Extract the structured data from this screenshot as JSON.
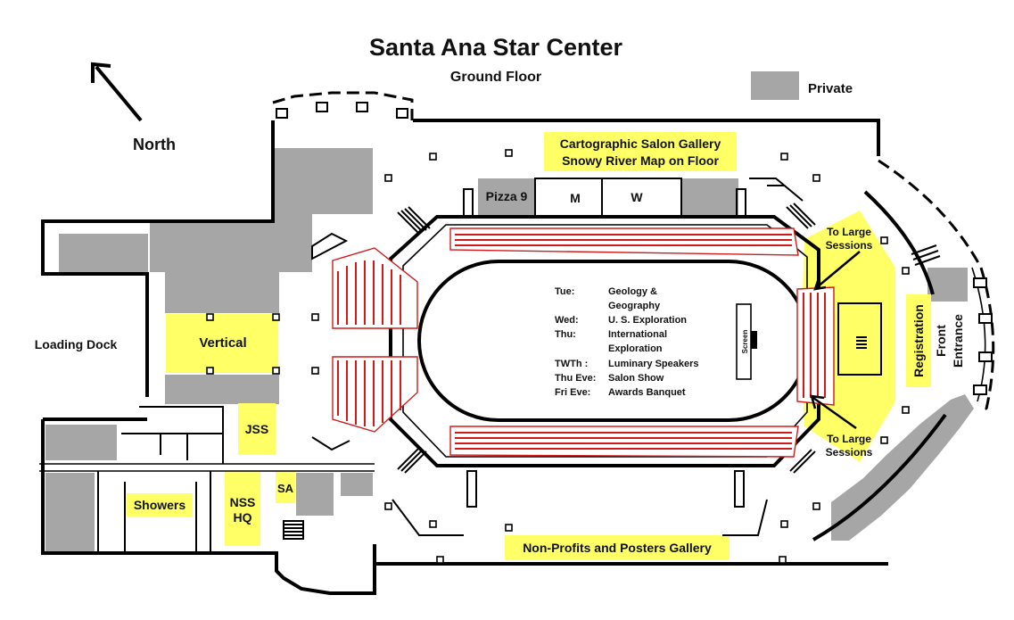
{
  "title": "Santa Ana Star Center",
  "subtitle": "Ground Floor",
  "north_label": "North",
  "legend": {
    "label": "Private",
    "color": "#a6a6a6"
  },
  "colors": {
    "highlight": "#ffff66",
    "private": "#a6a6a6",
    "seating": "#d21a1a",
    "wall": "#000000"
  },
  "areas": {
    "cartographic_line1": "Cartographic Salon Gallery",
    "cartographic_line2": "Snowy River Map on Floor",
    "pizza": "Pizza 9",
    "men": "M",
    "women": "W",
    "vertical": "Vertical",
    "loading_dock": "Loading Dock",
    "jss": "JSS",
    "showers": "Showers",
    "nss_hq_line1": "NSS",
    "nss_hq_line2": "HQ",
    "sa": "SA",
    "registration": "Registration",
    "front_entrance_line1": "Front",
    "front_entrance_line2": "Entrance",
    "screen": "Screen",
    "large_sessions_top_line1": "To Large",
    "large_sessions_top_line2": "Sessions",
    "large_sessions_bottom_line1": "To Large",
    "large_sessions_bottom_line2": "Sessions",
    "nonprofits": "Non-Profits and Posters Gallery"
  },
  "schedule": [
    {
      "day": "Tue:",
      "event": "Geology &",
      "event2": "Geography"
    },
    {
      "day": "Wed:",
      "event": "U. S. Exploration",
      "event2": ""
    },
    {
      "day": "Thu:",
      "event": "International",
      "event2": "Exploration"
    },
    {
      "day": "TWTh :",
      "event": "Luminary Speakers",
      "event2": ""
    },
    {
      "day": "Thu Eve:",
      "event": "Salon Show",
      "event2": ""
    },
    {
      "day": "Fri Eve:",
      "event": "Awards Banquet",
      "event2": ""
    }
  ]
}
